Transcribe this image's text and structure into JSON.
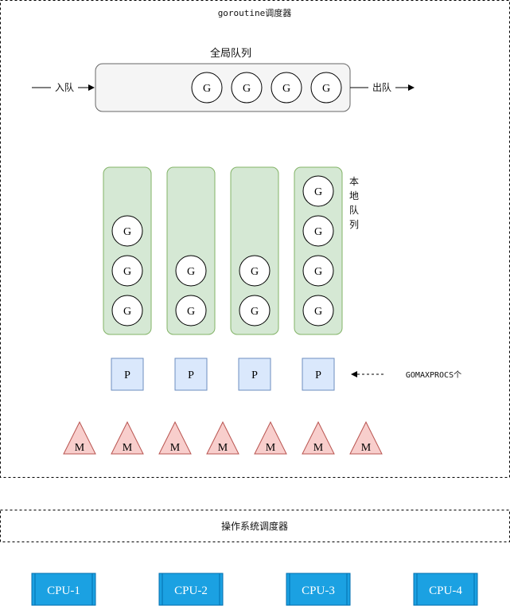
{
  "scheduler": {
    "title": "goroutine调度器"
  },
  "global_queue": {
    "label": "全局队列",
    "in_label": "入队",
    "out_label": "出队",
    "items": [
      "G",
      "G",
      "G",
      "G"
    ]
  },
  "local_queues": {
    "label_chars": [
      "本",
      "地",
      "队",
      "列"
    ],
    "queues": [
      {
        "items": [
          "G",
          "G",
          "G"
        ]
      },
      {
        "items": [
          "G",
          "G"
        ]
      },
      {
        "items": [
          "G",
          "G"
        ]
      },
      {
        "items": [
          "G",
          "G",
          "G",
          "G"
        ]
      }
    ]
  },
  "processors": {
    "items": [
      "P",
      "P",
      "P",
      "P"
    ],
    "note": "GOMAXPROCS个"
  },
  "threads": {
    "items": [
      "M",
      "M",
      "M",
      "M",
      "M",
      "M",
      "M"
    ]
  },
  "os_scheduler": {
    "title": "操作系统调度器"
  },
  "cpus": [
    "CPU-1",
    "CPU-2",
    "CPU-3",
    "CPU-4"
  ],
  "colors": {
    "local_queue_fill": "#d5e8d4",
    "local_queue_stroke": "#82b366",
    "p_fill": "#dae8fc",
    "p_stroke": "#6c8ebf",
    "m_fill": "#f8cecc",
    "m_stroke": "#b85450",
    "cpu_fill": "#1ba1e2",
    "cpu_stroke": "#006eaf",
    "queue_fill": "#f5f5f5"
  }
}
